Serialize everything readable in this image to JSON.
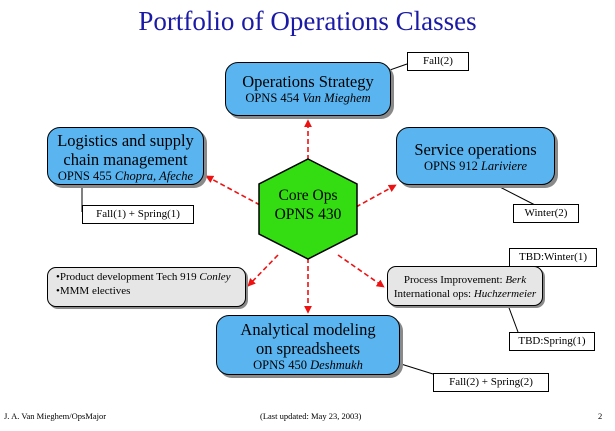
{
  "title": "Portfolio of Operations Classes",
  "core": {
    "line1": "Core Ops",
    "line2": "OPNS 430"
  },
  "strategy": {
    "title": "Operations Strategy",
    "code": "OPNS 454",
    "instructor": "Van Mieghem",
    "schedule": "Fall(2)"
  },
  "logistics": {
    "title_line1": "Logistics and supply",
    "title_line2": "chain management",
    "code": "OPNS 455",
    "instructor": "Chopra, Afeche",
    "schedule": "Fall(1) + Spring(1)"
  },
  "service": {
    "title": "Service operations",
    "code": "OPNS 912",
    "instructor": "Lariviere",
    "schedule": "Winter(2)"
  },
  "analytical": {
    "title_line1": "Analytical modeling",
    "title_line2": "on spreadsheets",
    "code": "OPNS 450",
    "instructor": "Deshmukh",
    "schedule": "Fall(2) + Spring(2)"
  },
  "electives": {
    "item1_text": "•Product development Tech 919",
    "item1_instructor": "Conley",
    "item2": "•MMM electives"
  },
  "process": {
    "line1_text": "Process Improvement:",
    "line1_instructor": "Berk",
    "line2_text": "International ops:",
    "line2_instructor": "Huchzermeier",
    "schedule_top": "TBD:Winter(1)",
    "schedule_bottom": "TBD:Spring(1)"
  },
  "footer": {
    "left": "J. A. Van Mieghem/OpsMajor",
    "center": "(Last updated: May 23, 2003)",
    "page": "2"
  },
  "colors": {
    "box_fill": "#5ab4f0",
    "hexagon_fill": "#33dd11",
    "arrow": "#ee1111",
    "title": "#1a1aa6",
    "grey_fill": "#e6e6e6"
  }
}
